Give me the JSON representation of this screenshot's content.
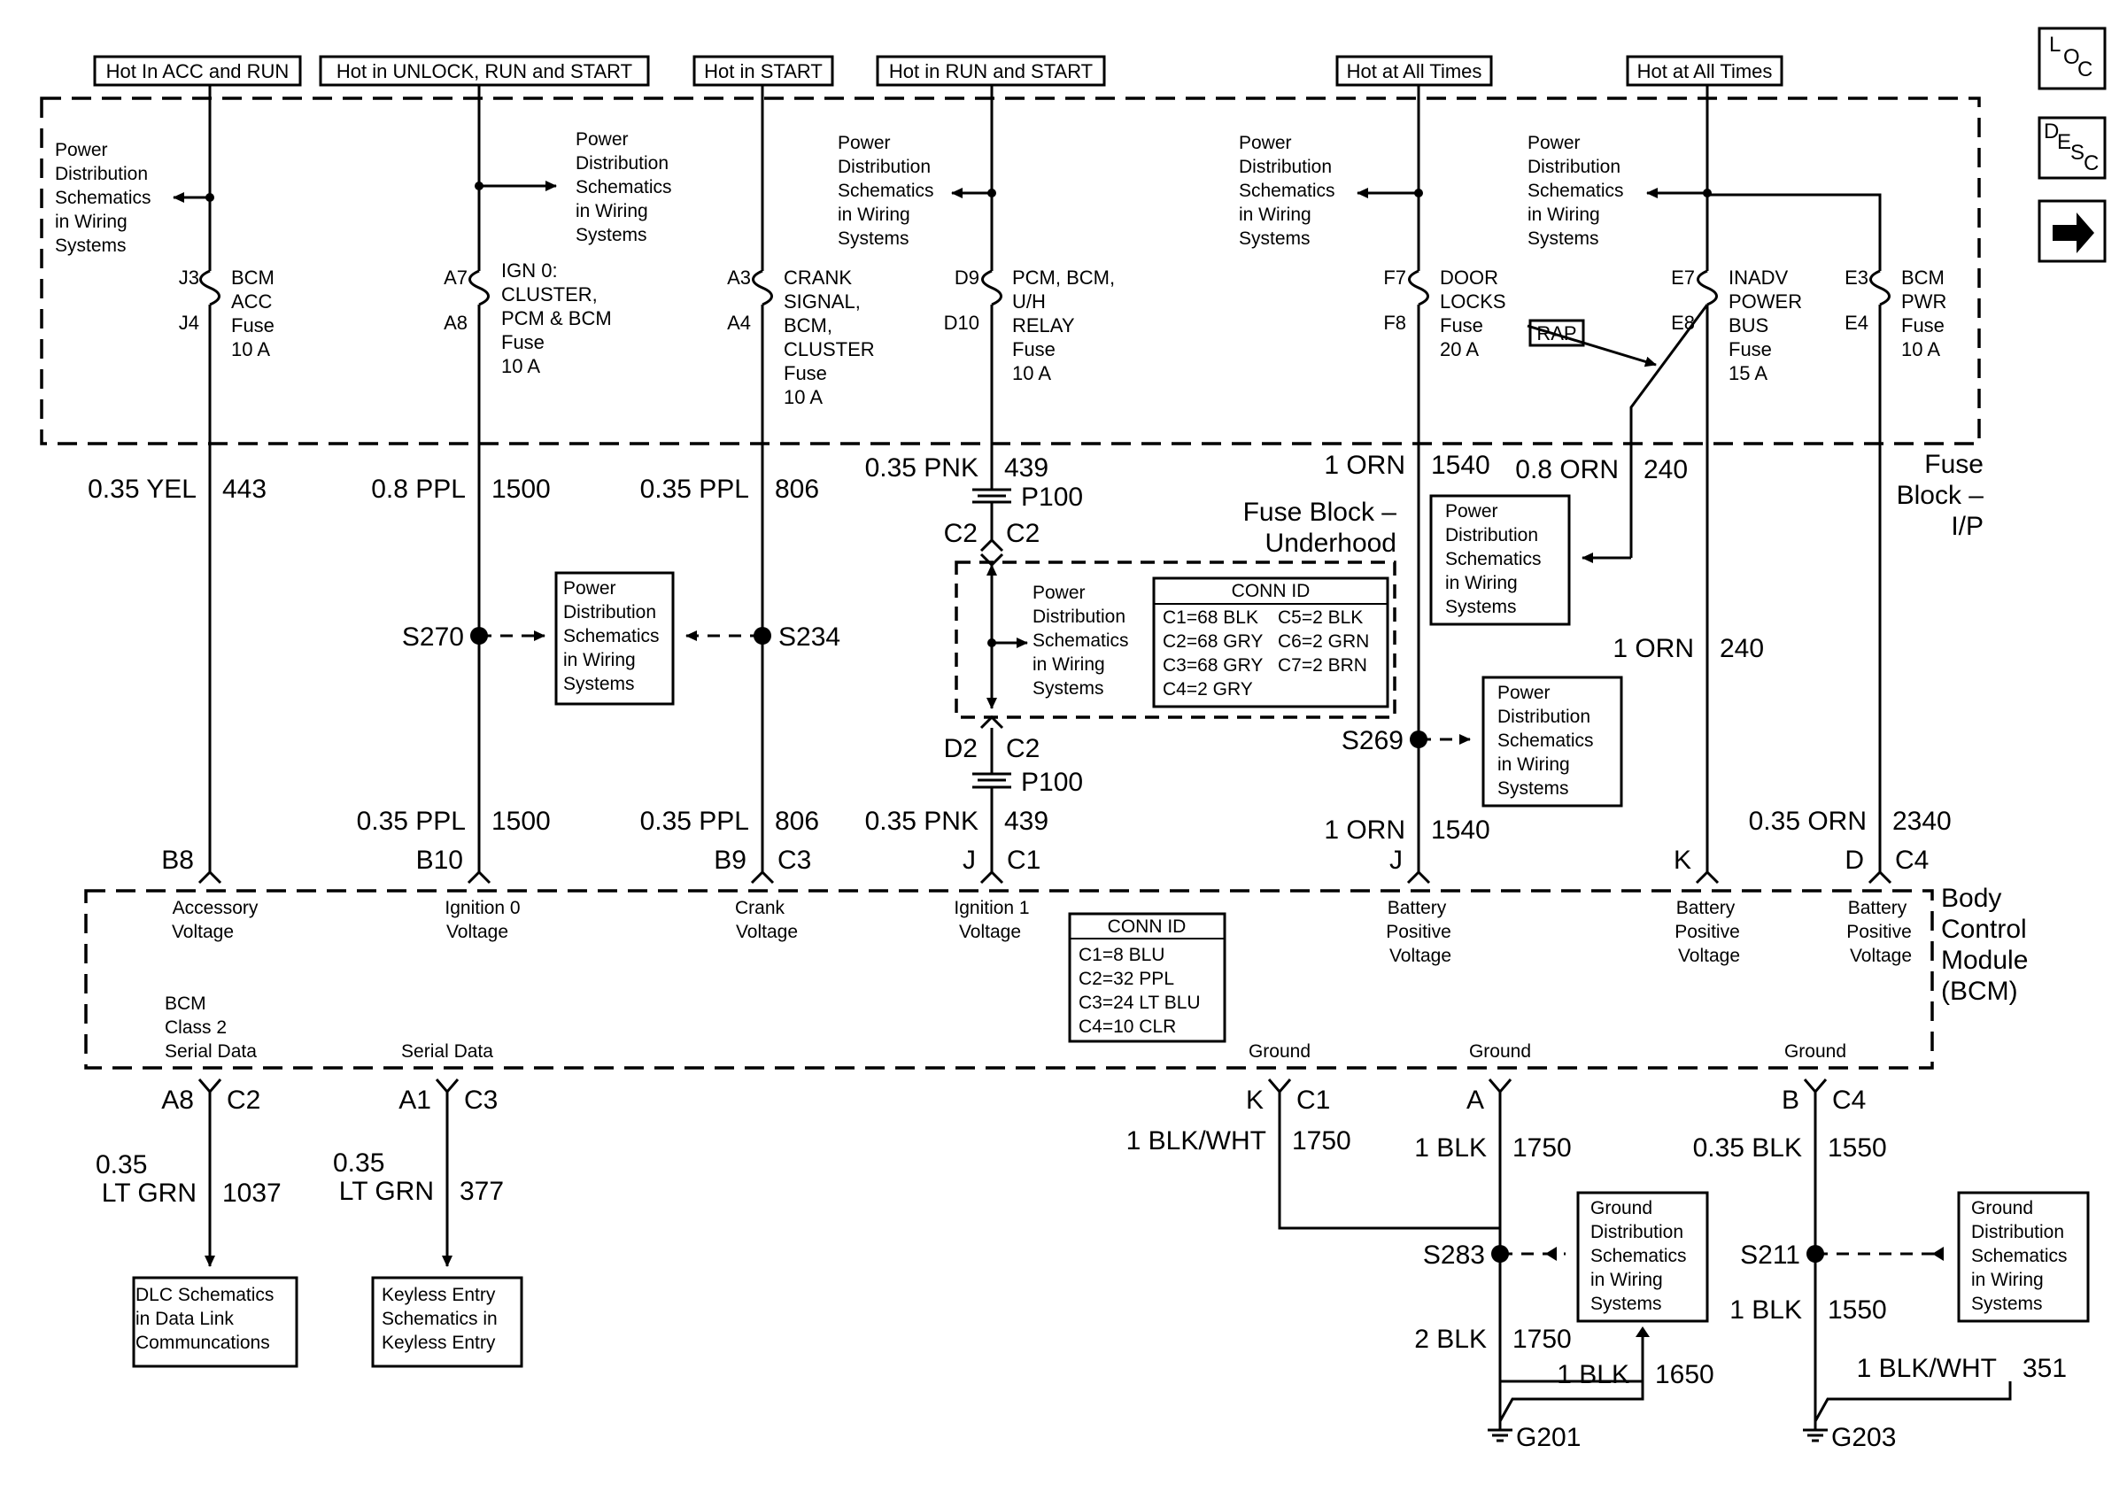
{
  "headers": {
    "h1": "Hot In ACC and RUN",
    "h2": "Hot in UNLOCK, RUN and START",
    "h3": "Hot in START",
    "h4": "Hot in RUN and START",
    "h5": "Hot at All Times",
    "h6": "Hot at All Times"
  },
  "pds": {
    "l1": "Power",
    "l2": "Distribution",
    "l3": "Schematics",
    "l4": "in Wiring",
    "l5": "Systems"
  },
  "gds": {
    "l1": "Ground",
    "l2": "Distribution",
    "l3": "Schematics",
    "l4": "in Wiring",
    "l5": "Systems"
  },
  "fuses": {
    "f1": {
      "pin_top": "J3",
      "pin_bot": "J4",
      "l1": "BCM",
      "l2": "ACC",
      "l3": "Fuse",
      "l4": "10 A"
    },
    "f2": {
      "pin_top": "A7",
      "pin_bot": "A8",
      "l1": "IGN 0:",
      "l2": "CLUSTER,",
      "l3": "PCM & BCM",
      "l4": "Fuse",
      "l5": "10 A"
    },
    "f3": {
      "pin_top": "A3",
      "pin_bot": "A4",
      "l1": "CRANK",
      "l2": "SIGNAL,",
      "l3": "BCM,",
      "l4": "CLUSTER",
      "l5": "Fuse",
      "l6": "10 A"
    },
    "f4": {
      "pin_top": "D9",
      "pin_bot": "D10",
      "l1": "PCM, BCM,",
      "l2": "U/H",
      "l3": "RELAY",
      "l4": "Fuse",
      "l5": "10 A"
    },
    "f5": {
      "pin_top": "F7",
      "pin_bot": "F8",
      "l1": "DOOR",
      "l2": "LOCKS",
      "l3": "Fuse",
      "l4": "20 A"
    },
    "f6": {
      "pin_top": "E7",
      "pin_bot": "E8",
      "l1": "INADV",
      "l2": "POWER",
      "l3": "BUS",
      "l4": "Fuse",
      "l5": "15 A"
    },
    "f7": {
      "pin_top": "E3",
      "pin_bot": "E4",
      "l1": "BCM",
      "l2": "PWR",
      "l3": "Fuse",
      "l4": "10 A"
    }
  },
  "rap": "RAP",
  "fuse_block_ip": {
    "l1": "Fuse",
    "l2": "Block –",
    "l3": "I/P"
  },
  "fuse_block_uh": {
    "l1": "Fuse Block –",
    "l2": "Underhood"
  },
  "wires": {
    "w443": {
      "gauge": "0.35 YEL",
      "circuit": "443"
    },
    "w1500a": {
      "gauge": "0.8 PPL",
      "circuit": "1500"
    },
    "w806a": {
      "gauge": "0.35 PPL",
      "circuit": "806"
    },
    "w439a": {
      "gauge": "0.35 PNK",
      "circuit": "439"
    },
    "w1540a": {
      "gauge": "1 ORN",
      "circuit": "1540"
    },
    "w240a": {
      "gauge": "0.8 ORN",
      "circuit": "240"
    },
    "w240b": {
      "gauge": "1 ORN",
      "circuit": "240"
    },
    "w1500b": {
      "gauge": "0.35 PPL",
      "circuit": "1500"
    },
    "w806b": {
      "gauge": "0.35 PPL",
      "circuit": "806"
    },
    "w439b": {
      "gauge": "0.35 PNK",
      "circuit": "439"
    },
    "w1540b": {
      "gauge": "1 ORN",
      "circuit": "1540"
    },
    "w2340": {
      "gauge": "0.35 ORN",
      "circuit": "2340"
    },
    "w1037": {
      "gauge1": "0.35",
      "gauge2": "LT GRN",
      "circuit": "1037"
    },
    "w377": {
      "gauge1": "0.35",
      "gauge2": "LT GRN",
      "circuit": "377"
    },
    "w1750a": {
      "gauge": "1 BLK/WHT",
      "circuit": "1750"
    },
    "w1750b": {
      "gauge": "1 BLK",
      "circuit": "1750"
    },
    "w1550a": {
      "gauge": "0.35 BLK",
      "circuit": "1550"
    },
    "w1750c": {
      "gauge": "2 BLK",
      "circuit": "1750"
    },
    "w1650": {
      "gauge": "1 BLK",
      "circuit": "1650"
    },
    "w1550b": {
      "gauge": "1 BLK",
      "circuit": "1550"
    },
    "w351": {
      "gauge": "1 BLK/WHT",
      "circuit": "351"
    }
  },
  "splices": {
    "s270": "S270",
    "s234": "S234",
    "s269": "S269",
    "s283": "S283",
    "s211": "S211"
  },
  "p100": {
    "label": "P100",
    "c2l": "C2",
    "c2r": "C2",
    "d2": "D2",
    "c2b": "C2"
  },
  "conn_uh": {
    "title": "CONN ID",
    "r1a": "C1=68 BLK",
    "r1b": "C5=2 BLK",
    "r2a": "C2=68 GRY",
    "r2b": "C6=2 GRN",
    "r3a": "C3=68 GRY",
    "r3b": "C7=2 BRN",
    "r4a": "C4=2 GRY"
  },
  "conn_bcm": {
    "title": "CONN ID",
    "r1": "C1=8 BLU",
    "r2": "C2=32 PPL",
    "r3": "C3=24 LT BLU",
    "r4": "C4=10 CLR"
  },
  "bcm_pins_top": {
    "p1": "B8",
    "p2": "B10",
    "p3a": "B9",
    "p3b": "C3",
    "p4a": "J",
    "p4b": "C1",
    "p5": "J",
    "p6": "K",
    "p7a": "D",
    "p7b": "C4"
  },
  "bcm_pins_bot": {
    "p1a": "A8",
    "p1b": "C2",
    "p2a": "A1",
    "p2b": "C3",
    "p3a": "K",
    "p3b": "C1",
    "p4": "A",
    "p5a": "B",
    "p5b": "C4"
  },
  "bcm_inputs": {
    "acc": {
      "l1": "Accessory",
      "l2": "Voltage"
    },
    "ign0": {
      "l1": "Ignition 0",
      "l2": "Voltage"
    },
    "crank": {
      "l1": "Crank",
      "l2": "Voltage"
    },
    "ign1": {
      "l1": "Ignition 1",
      "l2": "Voltage"
    },
    "bat1": {
      "l1": "Battery",
      "l2": "Positive",
      "l3": "Voltage"
    },
    "bat2": {
      "l1": "Battery",
      "l2": "Positive",
      "l3": "Voltage"
    },
    "bat3": {
      "l1": "Battery",
      "l2": "Positive",
      "l3": "Voltage"
    }
  },
  "bcm_outputs": {
    "class2": {
      "l1": "BCM",
      "l2": "Class 2",
      "l3": "Serial Data"
    },
    "serial": "Serial Data",
    "gnd1": "Ground",
    "gnd2": "Ground",
    "gnd3": "Ground"
  },
  "bcm_title": {
    "l1": "Body",
    "l2": "Control",
    "l3": "Module",
    "l4": "(BCM)"
  },
  "dlc": {
    "l1": "DLC Schematics",
    "l2": "in Data Link",
    "l3": "Communcations"
  },
  "keyless": {
    "l1": "Keyless Entry",
    "l2": "Schematics in",
    "l3": "Keyless Entry"
  },
  "grounds": {
    "g201": "G201",
    "g203": "G203"
  },
  "nav": {
    "loc_l": "L",
    "loc_o": "O",
    "loc_c": "C",
    "desc_d": "D",
    "desc_e": "E",
    "desc_s": "S",
    "desc_c": "C"
  }
}
